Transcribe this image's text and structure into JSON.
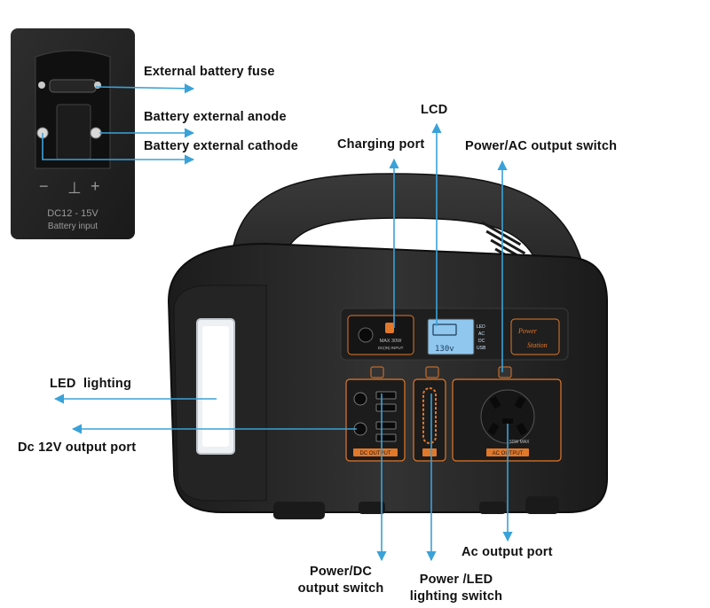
{
  "colors": {
    "callout_line": "#3aa2d8",
    "device_body": "#2b2b2b",
    "accent_orange": "#e2782a",
    "lcd_blue": "#8fc7ee"
  },
  "inset": {
    "voltage_text": "DC12 - 15V",
    "input_text": "Battery input",
    "minus_symbol": "−",
    "plus_symbol": "+"
  },
  "labels": {
    "external_battery_fuse": "External battery fuse",
    "battery_external_anode": "Battery external anode",
    "battery_external_cathode": "Battery external cathode",
    "lcd": "LCD",
    "charging_port": "Charging port",
    "power_ac_output_switch": "Power/AC output switch",
    "led_lighting": "LED  lighting",
    "dc_12v_output_port": "Dc 12V output port",
    "power_dc_output_switch_line1": "Power/DC",
    "power_dc_output_switch_line2": "output switch",
    "power_led_lighting_switch_line1": "Power /LED",
    "power_led_lighting_switch_line2": "lighting switch",
    "ac_output_port": "Ac output port"
  },
  "device": {
    "lcd_readout": "130v",
    "lcd_indicators": [
      "LED",
      "AC",
      "DC",
      "USB"
    ],
    "panel_badge_line1": "Power",
    "panel_badge_line2": "Station",
    "charging_port_text": "MAX 30W",
    "charging_port_subtext": "DC(IN) INPUT",
    "dc_section_label": "DC OUTPUT",
    "ac_section_label": "AC OUTPUT",
    "ac_rating_text": "50W MAX"
  }
}
